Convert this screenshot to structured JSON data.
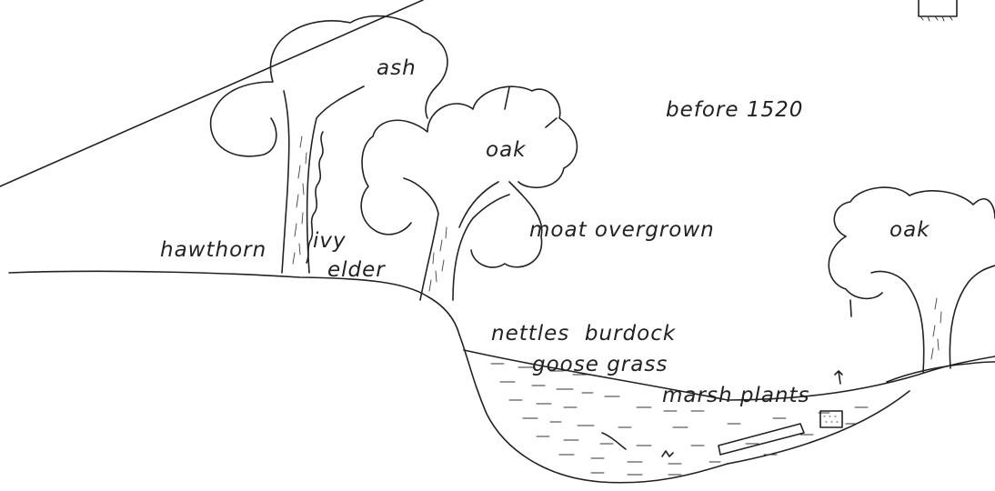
{
  "title": "before 1520",
  "labels": {
    "ash": "ash",
    "oak_center": "oak",
    "oak_right": "oak",
    "hawthorn": "hawthorn",
    "ivy": "ivy",
    "elder": "elder",
    "moat_overgrown": "moat overgrown",
    "nettles_burdock": "nettles  burdock",
    "goose_grass": "goose grass",
    "marsh_plants": "marsh plants"
  },
  "colors": {
    "ink": "#222222",
    "paper": "#ffffff"
  }
}
